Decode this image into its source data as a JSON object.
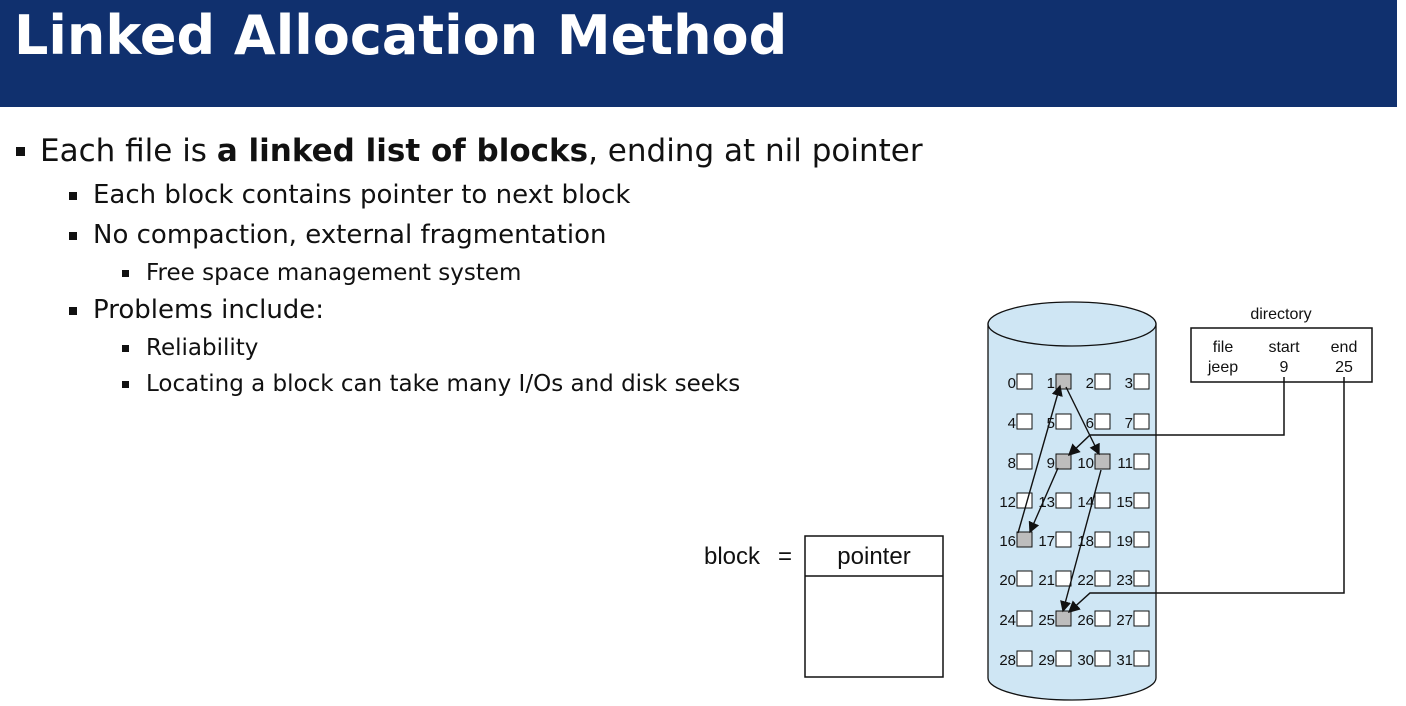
{
  "title": "Linked Allocation Method",
  "bullets": {
    "b1": {
      "prefix": "Each file is ",
      "bold": "a linked list of blocks",
      "suffix": ", ending at nil pointer"
    },
    "b1_1": "Each block contains pointer to next block",
    "b1_2": "No compaction, external fragmentation",
    "b1_2_1": "Free space management system",
    "b1_3": "Problems include:",
    "b1_3_1": "Reliability",
    "b1_3_2": "Locating a block can take many I/Os and disk seeks"
  },
  "block_diagram": {
    "label": "block",
    "equals": "=",
    "pointer_label": "pointer"
  },
  "directory": {
    "title": "directory",
    "headers": [
      "file",
      "start",
      "end"
    ],
    "row": [
      "jeep",
      "9",
      "25"
    ]
  },
  "disk_blocks": [
    "0",
    "1",
    "2",
    "3",
    "4",
    "5",
    "6",
    "7",
    "8",
    "9",
    "10",
    "11",
    "12",
    "13",
    "14",
    "15",
    "16",
    "17",
    "18",
    "19",
    "20",
    "21",
    "22",
    "23",
    "24",
    "25",
    "26",
    "27",
    "28",
    "29",
    "30",
    "31"
  ],
  "file_chain": [
    9,
    16,
    1,
    10,
    25
  ],
  "colors": {
    "title_bar": "#10306e",
    "cylinder_fill": "#cfe6f4",
    "used_block": "#bdbdbd"
  }
}
